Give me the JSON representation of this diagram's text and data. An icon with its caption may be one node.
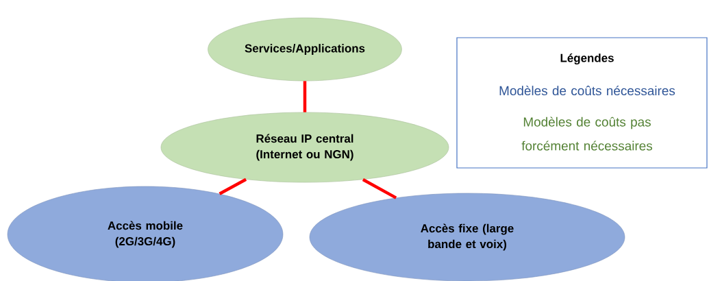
{
  "diagram": {
    "nodes": [
      {
        "text": [
          "Services/Applications"
        ]
      },
      {
        "text": [
          "Réseau IP central (Internet ou NGN)"
        ]
      },
      {
        "text": [
          "Accès mobile (2G/3G/4G)"
        ]
      },
      {
        "text": [
          "Accès fixe (large bande et voix)"
        ]
      }
    ],
    "edges": [
      {
        "from": 0,
        "to": 1,
        "arrow": "none"
      },
      {
        "from": 1,
        "to": 2,
        "arrow": "none"
      },
      {
        "from": 1,
        "to": 3,
        "arrow": "none"
      }
    ],
    "labels": [
      "Légendes"
    ],
    "legend": [
      {
        "text": "Modèles de coûts nécessaires",
        "color": "#2f5597"
      },
      {
        "text": "Modèles de coûts pas forcément nécessaires",
        "color": "#548235"
      }
    ]
  }
}
